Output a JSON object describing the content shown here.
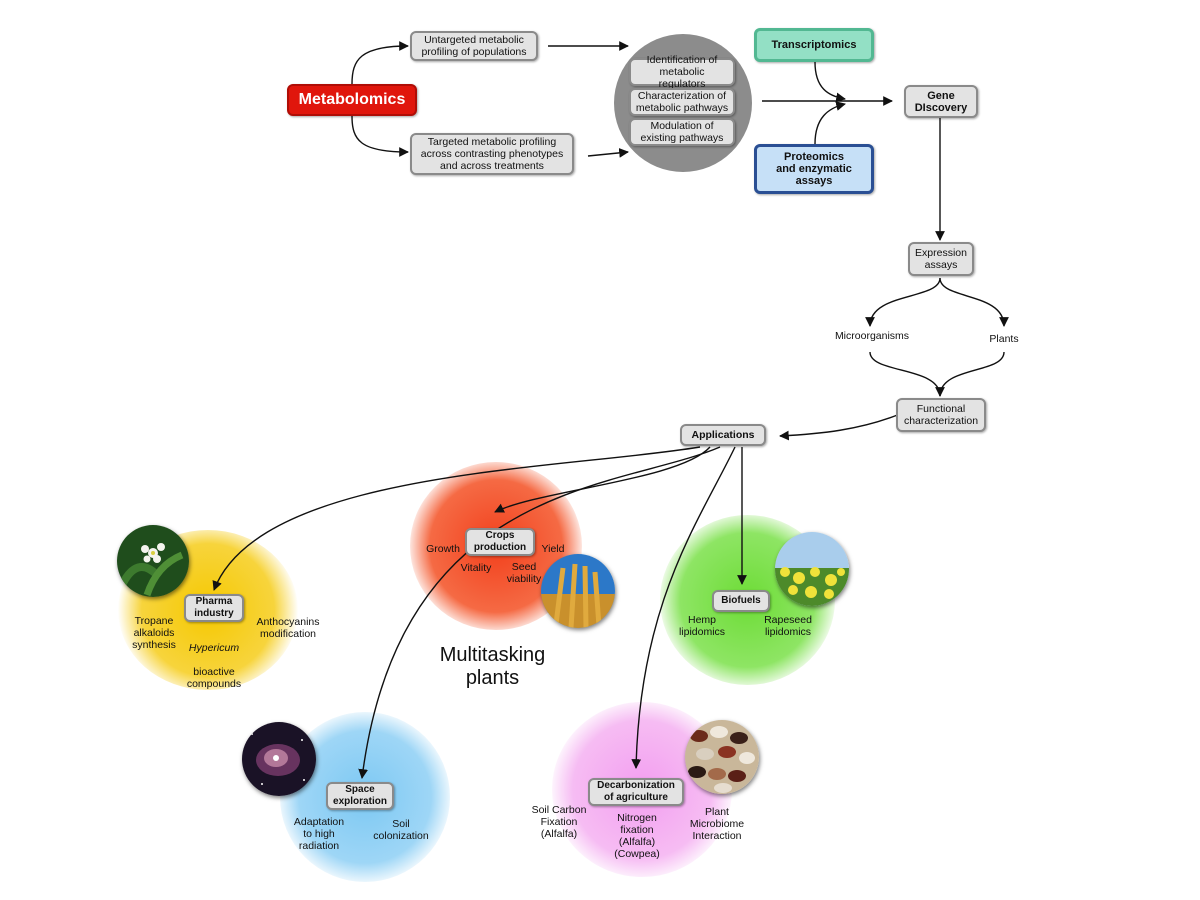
{
  "metabolomics": "Metabolomics",
  "untargeted": "Untargeted metabolic\nprofiling of populations",
  "targeted": "Targeted metabolic profiling\nacross contrasting phenotypes\nand across treatments",
  "outcomes": {
    "regulators": "Identification of\nmetabolic regulators",
    "pathways": "Characterization of\nmetabolic pathways",
    "modulation": "Modulation of\nexisting pathways"
  },
  "transcriptomics": "Transcriptomics",
  "proteomics": "Proteomics\nand enzymatic\nassays",
  "gene_discovery": "Gene\nDIscovery",
  "expression": "Expression\nassays",
  "microorganisms": "Microorganisms",
  "plants": "Plants",
  "functional": "Functional\ncharacterization",
  "applications": "Applications",
  "center_title": "Multitasking\nplants",
  "pharma": {
    "title": "Pharma\nindustry",
    "tropane": "Tropane\nalkaloids\nsynthesis",
    "hypericum_italic": "Hypericum",
    "hypericum_rest": "bioactive\ncompounds",
    "anthocyanins": "Anthocyanins\nmodification"
  },
  "crops": {
    "title": "Crops\nproduction",
    "growth": "Growth",
    "yield": "Yield",
    "vitality": "Vitality",
    "seed": "Seed\nviability"
  },
  "biofuels": {
    "title": "Biofuels",
    "hemp": "Hemp\nlipidomics",
    "rapeseed": "Rapeseed\nlipidomics"
  },
  "space": {
    "title": "Space\nexploration",
    "radiation": "Adaptation\nto high\nradiation",
    "soil": "Soil\ncolonization"
  },
  "decarb": {
    "title": "Decarbonization\nof agriculture",
    "carbon": "Soil Carbon\nFixation\n(Alfalfa)",
    "nitrogen": "Nitrogen\nfixation\n(Alfalfa)\n(Cowpea)",
    "microbiome": "Plant\nMicrobiome\nInteraction"
  },
  "colors": {
    "metabolomics": "#e0160c",
    "transcriptomics": "#93e0c5",
    "proteomics": "#c6e0f7",
    "pharma_blob": "#f7cf1e",
    "crops_blob": "#f4552c",
    "biofuels_blob": "#7de04a",
    "space_blob": "#8fd0f4",
    "decarb_blob": "#f3aef0"
  }
}
